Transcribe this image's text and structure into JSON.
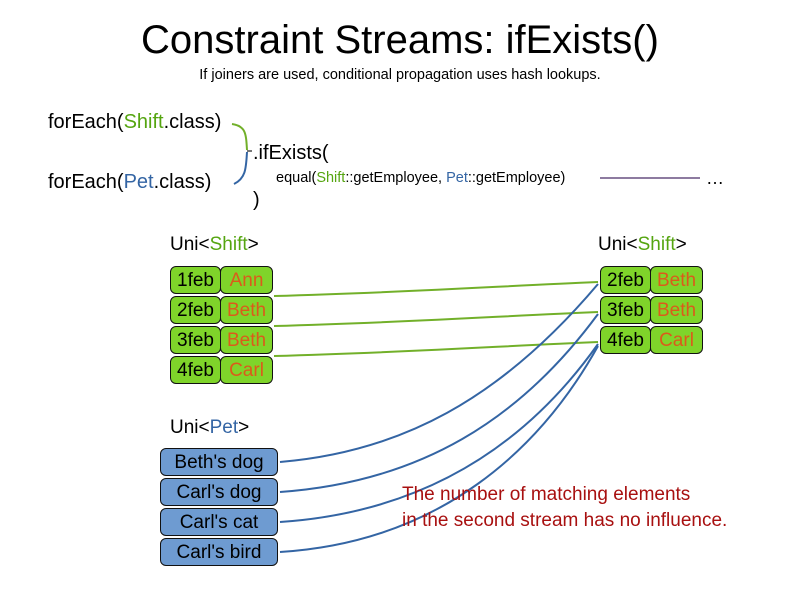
{
  "slide": {
    "title": "Constraint Streams: ifExists()",
    "subtitle": "If joiners are used, conditional propagation uses hash lookups.",
    "background": "#ffffff"
  },
  "colors": {
    "shift_green": "#55A510",
    "pet_blue": "#3465A4",
    "box_green_fill": "#7FD42A",
    "box_blue_fill": "#6E9BD1",
    "name_orange": "#DB5B1B",
    "annotation_red": "#A81010",
    "wire_green": "#72B02A",
    "wire_blue": "#3465A4",
    "rule_purple": "#8D7BA0"
  },
  "code": {
    "foreach_shift": {
      "prefix": "forEach(",
      "type": "Shift",
      "suffix": ".class)"
    },
    "foreach_pet": {
      "prefix": "forEach(",
      "type": "Pet",
      "suffix": ".class)"
    },
    "if_exists": ".ifExists(",
    "close_paren": ")",
    "equal": {
      "prefix": "equal(",
      "type_a": "Shift",
      "mid": "::getEmployee, ",
      "type_b": "Pet",
      "suffix": "::getEmployee)"
    },
    "ellipsis": "…"
  },
  "streams": {
    "shift_left": {
      "label_prefix": "Uni<",
      "label_type": "Shift",
      "label_suffix": ">",
      "rows": [
        {
          "date": "1feb",
          "name": "Ann"
        },
        {
          "date": "2feb",
          "name": "Beth"
        },
        {
          "date": "3feb",
          "name": "Beth"
        },
        {
          "date": "4feb",
          "name": "Carl"
        }
      ]
    },
    "shift_right": {
      "label_prefix": "Uni<",
      "label_type": "Shift",
      "label_suffix": ">",
      "rows": [
        {
          "date": "2feb",
          "name": "Beth"
        },
        {
          "date": "3feb",
          "name": "Beth"
        },
        {
          "date": "4feb",
          "name": "Carl"
        }
      ]
    },
    "pet": {
      "label_prefix": "Uni<",
      "label_type": "Pet",
      "label_suffix": ">",
      "rows": [
        {
          "name": "Beth's dog"
        },
        {
          "name": "Carl's dog"
        },
        {
          "name": "Carl's cat"
        },
        {
          "name": "Carl's bird"
        }
      ]
    }
  },
  "annotation": {
    "line1": "The number of matching elements",
    "line2": "in the second stream has no influence."
  }
}
